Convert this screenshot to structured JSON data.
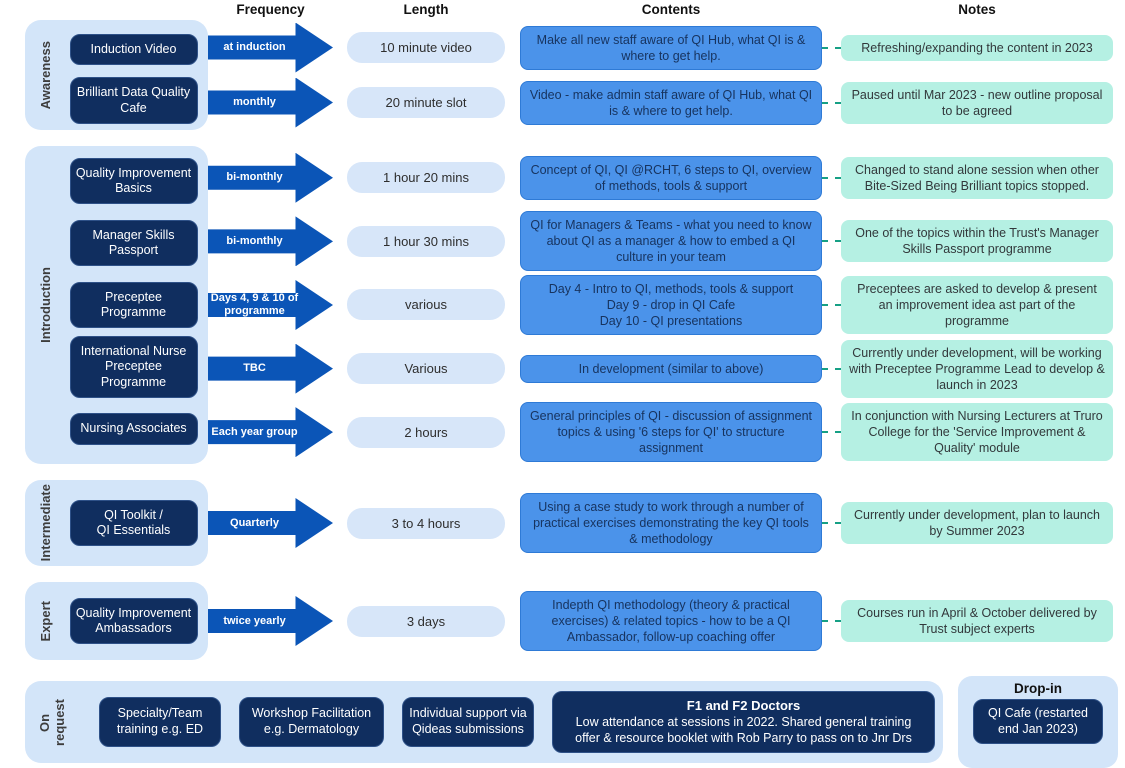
{
  "columns": {
    "frequency": "Frequency",
    "length": "Length",
    "contents": "Contents",
    "notes": "Notes"
  },
  "sections": [
    {
      "label": "Awareness",
      "rows": [
        {
          "title": "Induction Video",
          "frequency": "at induction",
          "length": "10 minute video",
          "contents": "Make all new staff aware of QI Hub, what QI is & where to get help.",
          "notes": "Refreshing/expanding the content in 2023"
        },
        {
          "title": "Brilliant Data Quality Cafe",
          "frequency": "monthly",
          "length": "20 minute slot",
          "contents": "Video - make admin staff aware of QI Hub, what QI is & where to get help.",
          "notes": "Paused until Mar 2023 - new outline proposal to be agreed"
        }
      ]
    },
    {
      "label": "Introduction",
      "rows": [
        {
          "title": "Quality Improvement Basics",
          "frequency": "bi-monthly",
          "length": "1 hour 20 mins",
          "contents": "Concept of QI, QI @RCHT, 6 steps to QI, overview of methods, tools & support",
          "notes": "Changed to stand alone session when other Bite-Sized Being Brilliant topics stopped."
        },
        {
          "title": "Manager Skills Passport",
          "frequency": "bi-monthly",
          "length": "1 hour 30 mins",
          "contents": "QI for Managers & Teams - what you need to know about QI as a manager & how to embed a QI culture in your team",
          "notes": "One of the topics within the Trust's Manager Skills Passport programme"
        },
        {
          "title": "Preceptee Programme",
          "frequency": "Days 4, 9 & 10 of programme",
          "length": "various",
          "contents": "Day 4 - Intro to QI, methods, tools & support\nDay 9 - drop in QI Cafe\nDay 10 - QI presentations",
          "notes": "Preceptees are asked to develop & present an improvement idea ast part of the programme"
        },
        {
          "title": "International Nurse Preceptee Programme",
          "frequency": "TBC",
          "length": "Various",
          "contents": "In development (similar to above)",
          "notes": "Currently under development, will be working with Preceptee Programme Lead to develop & launch in 2023"
        },
        {
          "title": "Nursing Associates",
          "frequency": "Each year group",
          "length": "2 hours",
          "contents": "General principles of QI - discussion of assignment topics & using '6 steps for QI' to structure assignment",
          "notes": "In conjunction with Nursing Lecturers at Truro College for the 'Service Improvement & Quality' module"
        }
      ]
    },
    {
      "label": "Intermediate",
      "rows": [
        {
          "title": "QI Toolkit /\nQI Essentials",
          "frequency": "Quarterly",
          "length": "3 to 4 hours",
          "contents": "Using a case study to work through a number of practical exercises demonstrating the key QI tools & methodology",
          "notes": "Currently under development, plan to launch by Summer 2023"
        }
      ]
    },
    {
      "label": "Expert",
      "rows": [
        {
          "title": "Quality Improvement Ambassadors",
          "frequency": "twice yearly",
          "length": "3 days",
          "contents": "Indepth QI methodology (theory & practical exercises) & related topics - how to be a QI Ambassador, follow-up coaching offer",
          "notes": "Courses run in April & October delivered by Trust subject experts"
        }
      ]
    }
  ],
  "on_request": {
    "label": "On\nrequest",
    "items": [
      "Specialty/Team training e.g. ED",
      "Workshop Facilitation  e.g. Dermatology",
      "Individual support via Qideas submissions"
    ],
    "f1_f2": {
      "title": "F1 and F2 Doctors",
      "body": "Low attendance at sessions in 2022. Shared general training offer & resource booklet with Rob Parry to pass on to Jnr Drs"
    }
  },
  "drop_in": {
    "title": "Drop-in",
    "box": "QI Cafe (restarted end Jan 2023)"
  },
  "colors": {
    "navy_box": "#102e5f",
    "arrow_blue": "#0b55b7",
    "container_light_blue": "#d3e5f9",
    "length_pill": "#d7e6f9",
    "contents_blue": "#4b93ea",
    "notes_mint": "#b5f0e3",
    "connector_teal": "#16a085"
  }
}
